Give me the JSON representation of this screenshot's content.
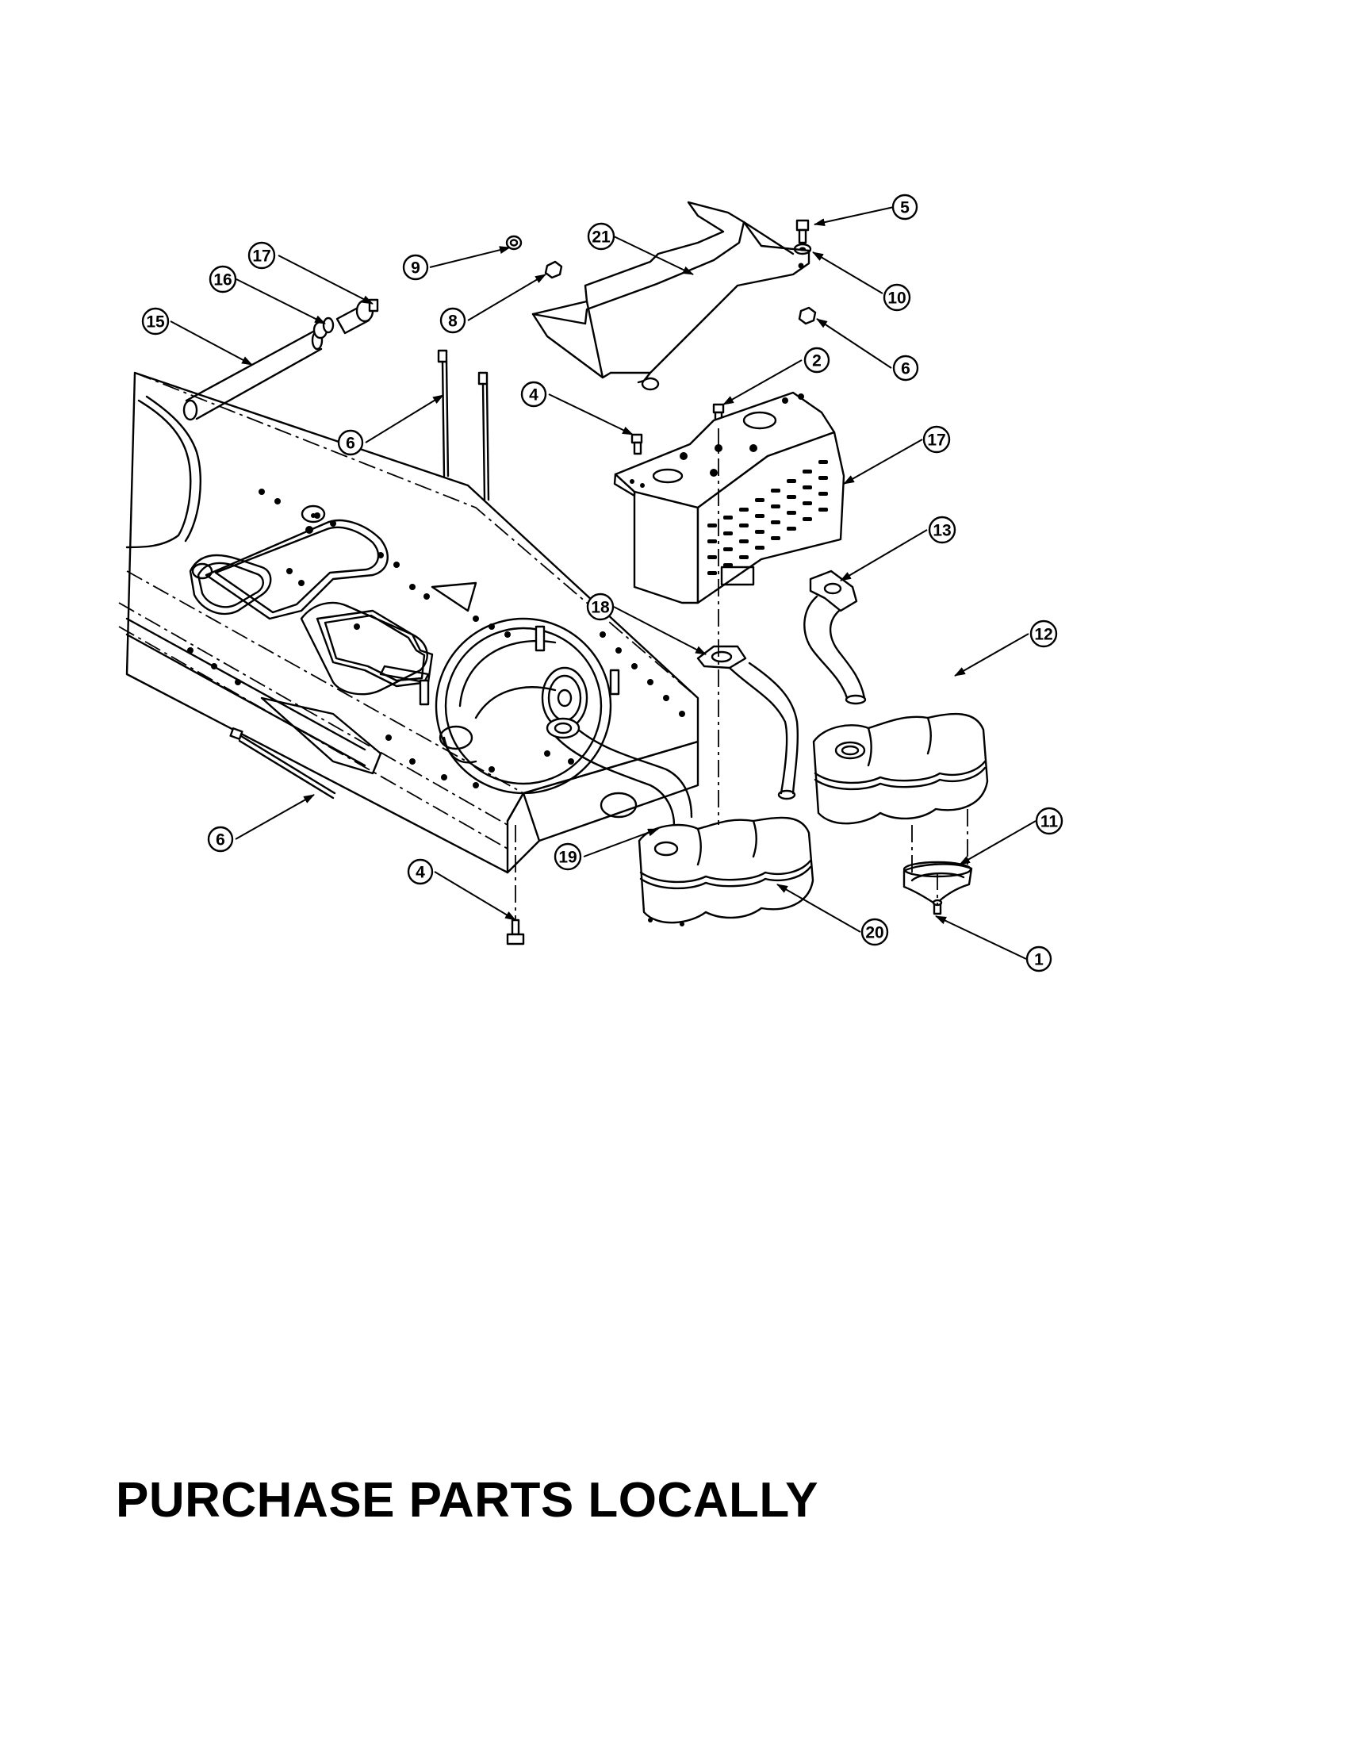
{
  "callouts": {
    "c1": "1",
    "c2": "2",
    "c4a": "4",
    "c4b": "4",
    "c5": "5",
    "c6a": "6",
    "c6b": "6",
    "c6c": "6",
    "c8": "8",
    "c9": "9",
    "c10": "10",
    "c11": "11",
    "c12": "12",
    "c13": "13",
    "c15": "15",
    "c16": "16",
    "c17a": "17",
    "c17b": "17",
    "c18": "18",
    "c19": "19",
    "c20": "20",
    "c21": "21"
  },
  "footer": {
    "note": "PURCHASE PARTS LOCALLY"
  }
}
